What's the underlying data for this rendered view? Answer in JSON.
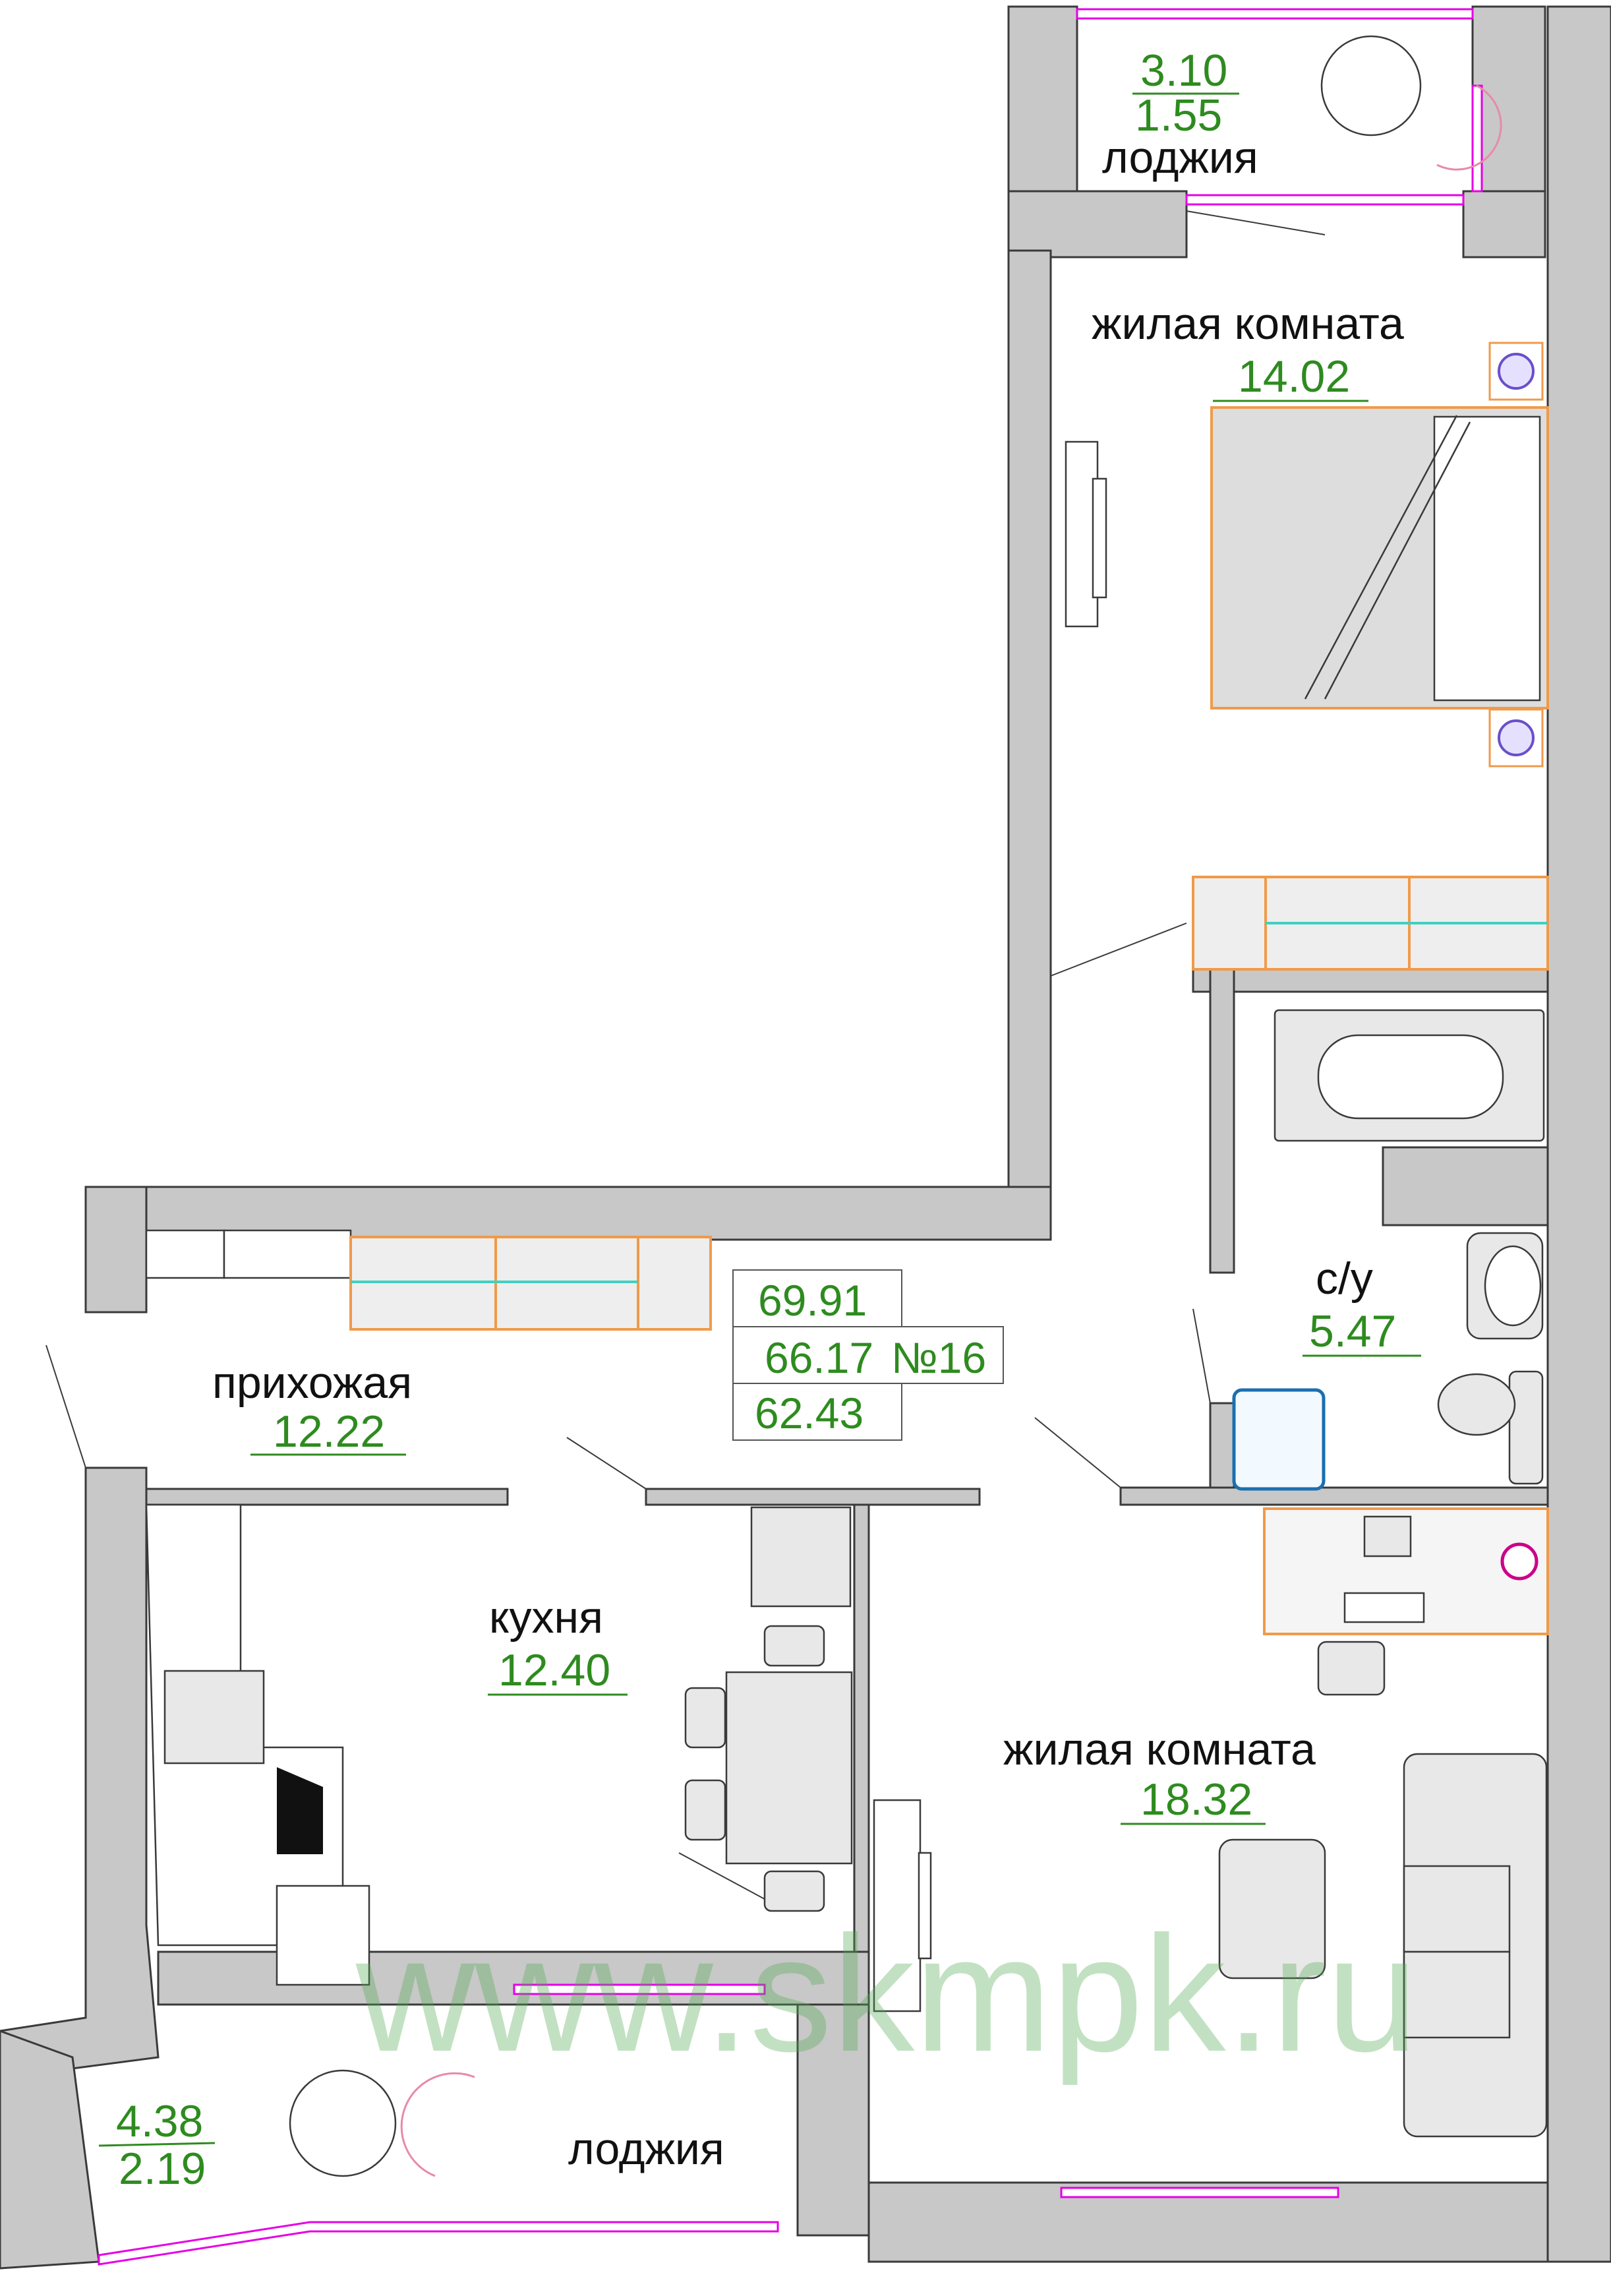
{
  "rooms": {
    "loggia_top": {
      "label": "лоджия",
      "area_top": "3.10",
      "area_bottom": "1.55"
    },
    "bedroom": {
      "label": "жилая комната",
      "area": "14.02"
    },
    "hallway": {
      "label": "прихожая",
      "area": "12.22"
    },
    "bathroom": {
      "label": "с/у",
      "area": "5.47"
    },
    "kitchen": {
      "label": "кухня",
      "area": "12.40"
    },
    "living": {
      "label": "жилая комната",
      "area": "18.32"
    },
    "loggia_bottom": {
      "label": "лоджия",
      "area_top": "4.38",
      "area_bottom": "2.19"
    }
  },
  "apartment": {
    "total_area": "69.91",
    "area_with_coeff": "66.17",
    "living_total": "62.43",
    "number": "№16"
  },
  "watermark": "www.skmpk.ru",
  "colors": {
    "wall": "#c8c8c8",
    "window": "#e600e6",
    "area_text": "#2e8b1f",
    "furniture_outline": "#f09a4a",
    "accent_teal": "#3fd0c0"
  }
}
